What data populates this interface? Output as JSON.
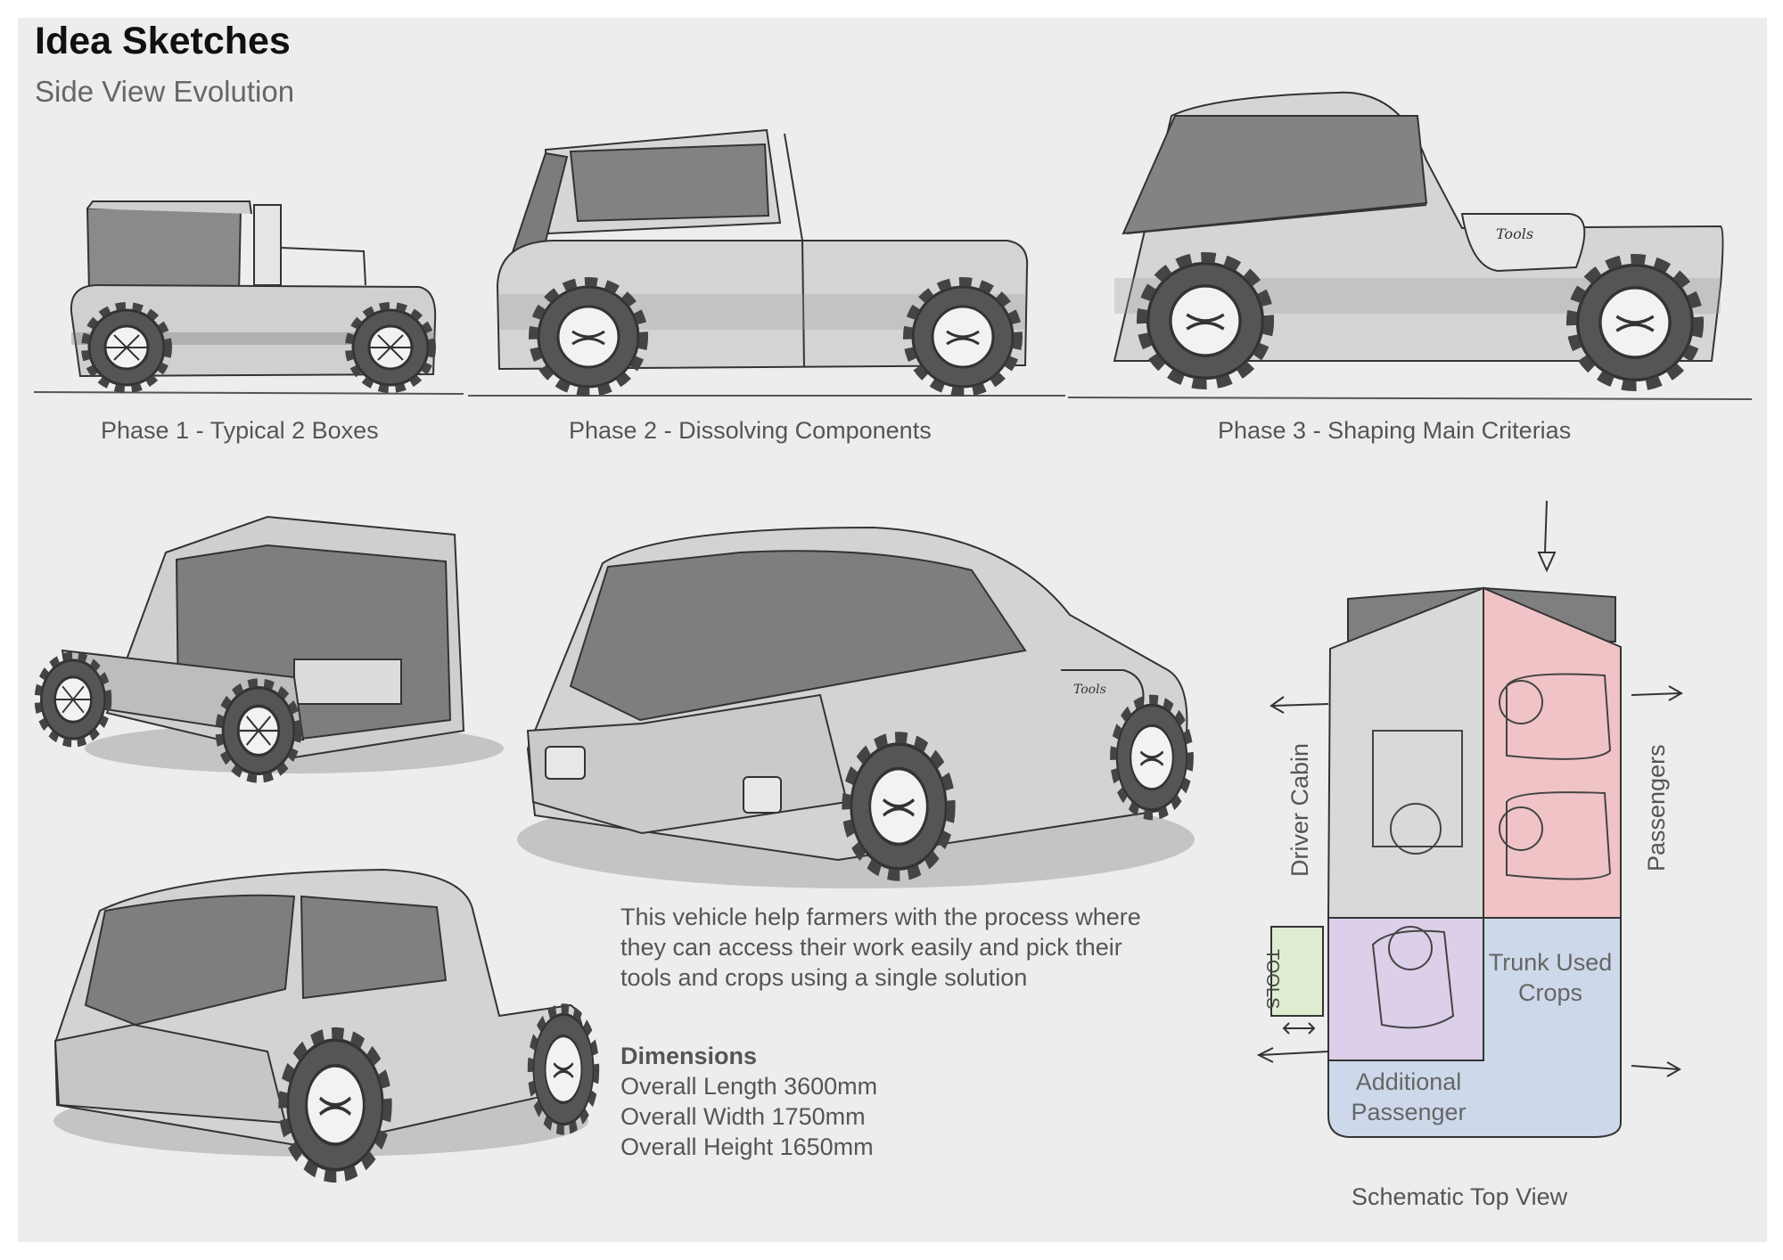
{
  "header": {
    "title": "Idea Sketches",
    "subtitle": "Side View Evolution"
  },
  "phases": [
    {
      "label": "Phase 1 - Typical 2 Boxes"
    },
    {
      "label": "Phase 2 - Dissolving Components"
    },
    {
      "label": "Phase 3 - Shaping Main Criterias"
    }
  ],
  "sketch_text": {
    "tools_badge": "Tools"
  },
  "description": "This vehicle help farmers with the process where they can access their work easily and pick their tools and crops using a single solution",
  "dimensions": {
    "heading": "Dimensions",
    "lines": [
      "Overall Length 3600mm",
      "Overall Width 1750mm",
      "Overall Height 1650mm"
    ]
  },
  "schematic": {
    "caption": "Schematic Top View",
    "driver_cabin": "Driver Cabin",
    "passengers": "Passengers",
    "trunk": "Trunk Used Crops",
    "additional": "Additional Passenger",
    "tools": "TOOLS",
    "colors": {
      "passengers": "#f0c4c6",
      "trunk": "#cdd8ea",
      "additional": "#dccfe9",
      "tools": "#e0ecd0",
      "cabin": "#d9d9d9"
    }
  }
}
